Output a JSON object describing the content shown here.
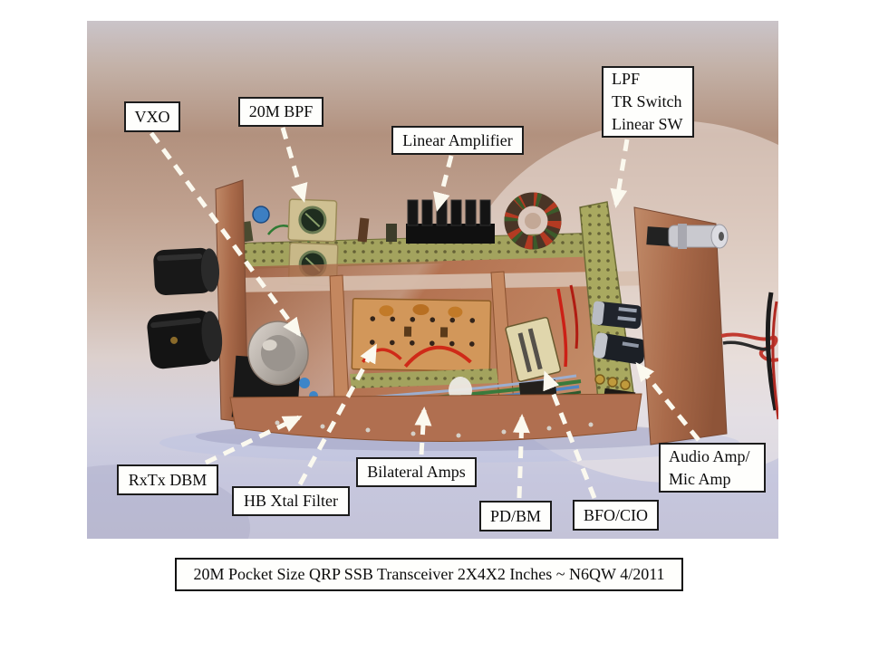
{
  "page": {
    "background": "#ffffff"
  },
  "annotations": [
    {
      "id": "vxo",
      "label": "VXO"
    },
    {
      "id": "20m-bpf",
      "label": "20M BPF"
    },
    {
      "id": "linear-amplifier",
      "label": "Linear Amplifier"
    },
    {
      "id": "lpf-tr-switch-linear-sw",
      "lines": [
        "LPF",
        "TR Switch",
        "Linear SW"
      ]
    },
    {
      "id": "rxtx-dbm",
      "label": "RxTx DBM"
    },
    {
      "id": "hb-xtal-filter",
      "label": "HB Xtal Filter"
    },
    {
      "id": "bilateral-amps",
      "label": "Bilateral Amps"
    },
    {
      "id": "pd-bm",
      "label": "PD/BM"
    },
    {
      "id": "bfo-cio",
      "label": "BFO/CIO"
    },
    {
      "id": "audio-amp-mic-amp",
      "lines": [
        "Audio Amp/",
        "Mic Amp"
      ]
    }
  ],
  "caption": "20M Pocket Size QRP SSB Transceiver 2X4X2 Inches ~ N6QW 4/2011",
  "colors": {
    "label_background": "#fefefc",
    "label_border": "#1c1c1c",
    "arrow": "#fbf9ef",
    "copper_board": "#ab6c4c",
    "perfboard_olive": "#a3a35e",
    "heatsink_black": "#141414",
    "photo_bg_top": "#c9c3c8",
    "photo_bg_brown": "#b2917e",
    "photo_bg_bottom": "#c6c7de"
  }
}
